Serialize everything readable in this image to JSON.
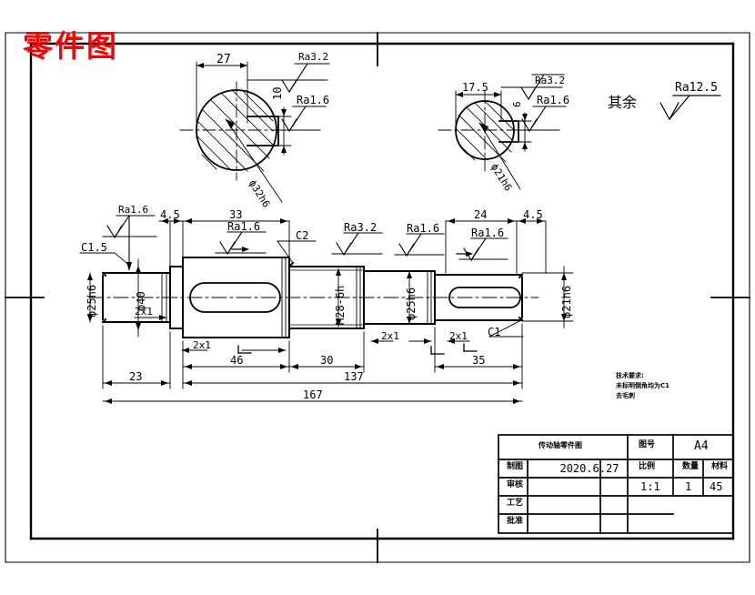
{
  "meta": {
    "doc_title": "零件图",
    "title_color": "#ff0000",
    "line_color": "#000000",
    "background": "#ffffff"
  },
  "general_note": {
    "label": "其余",
    "roughness": "Ra12.5"
  },
  "technical_requirements": {
    "heading": "技术要求:",
    "lines": [
      "未标明倒角均为C1",
      "去毛刺"
    ]
  },
  "section_left": {
    "width_dim": "27",
    "key_width_dim": "10",
    "roughness_top": "Ra3.2",
    "roughness_side": "Ra1.6",
    "diameter": "ϕ32h6"
  },
  "section_right": {
    "width_dim": "17.5",
    "key_width_dim": "6",
    "roughness_top": "Ra3.2",
    "roughness_side": "Ra1.6",
    "diameter": "ϕ21h6"
  },
  "main_view": {
    "roughness_labels": [
      "Ra1.6",
      "Ra1.6",
      "Ra3.2",
      "Ra1.6",
      "Ra1.6"
    ],
    "chamfers": [
      "C1.5",
      "C2",
      "C1"
    ],
    "grooves": [
      "2x1",
      "2x1",
      "2x1",
      "2x1"
    ],
    "diameters": [
      "ϕ25h6",
      "ϕ40",
      "M28-6h",
      "ϕ25h6",
      "ϕ21h6"
    ],
    "top_dims": [
      "4.5",
      "33",
      "24",
      "4.5"
    ],
    "bottom_dims": [
      "23",
      "46",
      "30",
      "35",
      "137",
      "167"
    ]
  },
  "title_block": {
    "part_name": "传动轴零件图",
    "drawing_no_label": "图号",
    "drawing_no_value": "A4",
    "rows": [
      {
        "label": "制图",
        "name": "",
        "date": "2020.6.27"
      },
      {
        "label": "审核",
        "name": "",
        "date": ""
      },
      {
        "label": "工艺",
        "name": "",
        "date": ""
      },
      {
        "label": "批准",
        "name": "",
        "date": ""
      }
    ],
    "scale_label": "比例",
    "scale_value": "1:1",
    "qty_label": "数量",
    "qty_value": "1",
    "material_label": "材料",
    "material_value": "45"
  }
}
